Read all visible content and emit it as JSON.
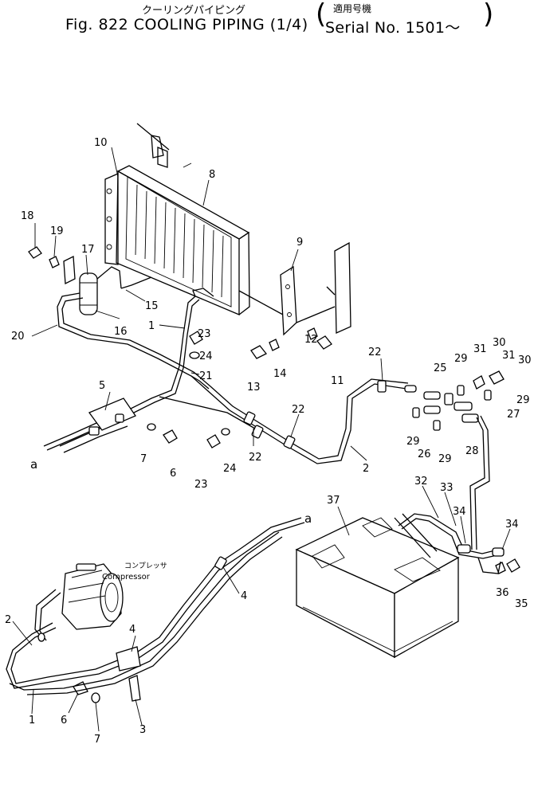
{
  "header": {
    "title_jp": "クーリングパイピング",
    "fig_title": "Fig. 822  COOLING PIPING (1/4)",
    "serial_jp": "適用号機",
    "serial_label": "Serial No. 1501～"
  },
  "diagram": {
    "labels": {
      "compressor_jp": "コンプレッサ",
      "compressor": "Compressor",
      "connector_a": "a"
    },
    "callouts": [
      "1",
      "2",
      "3",
      "4",
      "5",
      "6",
      "7",
      "8",
      "9",
      "10",
      "11",
      "12",
      "13",
      "14",
      "15",
      "16",
      "17",
      "18",
      "19",
      "20",
      "21",
      "22",
      "23",
      "24",
      "25",
      "26",
      "27",
      "28",
      "29",
      "30",
      "31",
      "32",
      "33",
      "34",
      "35",
      "36",
      "37"
    ]
  }
}
